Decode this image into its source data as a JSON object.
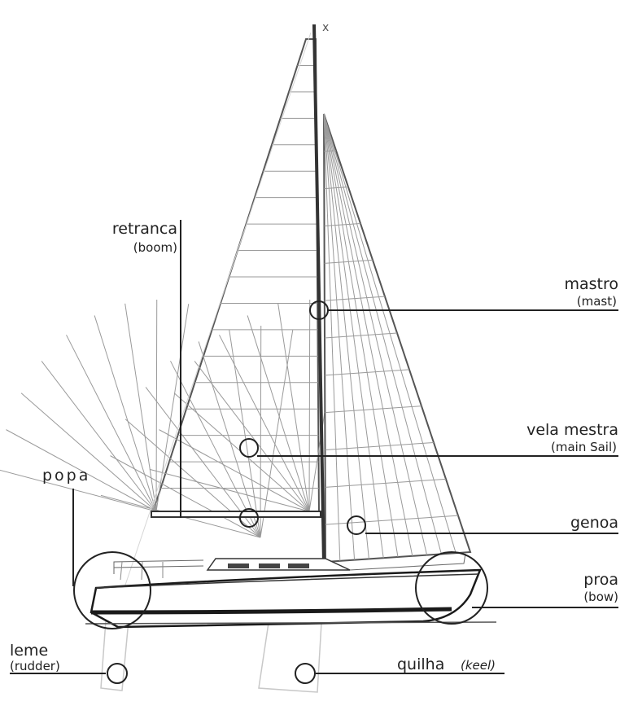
{
  "diagram": {
    "colors": {
      "ink": "#222222",
      "rig": "#555555",
      "hull": "#1a1a1a",
      "sail_line": "#8a8a8a"
    },
    "labels": {
      "boom": {
        "pt": "retranca",
        "en": "(boom)"
      },
      "mast": {
        "pt": "mastro",
        "en": "(mast)"
      },
      "mainsail": {
        "pt": "vela mestra",
        "en": "(main Sail)"
      },
      "stern": {
        "pt": "popa"
      },
      "genoa": {
        "pt": "genoa"
      },
      "bow": {
        "pt": "proa",
        "en": "(bow)"
      },
      "rudder": {
        "pt": "leme",
        "en": "(rudder)"
      },
      "keel": {
        "pt": "quilha",
        "en": "(keel)"
      }
    }
  }
}
